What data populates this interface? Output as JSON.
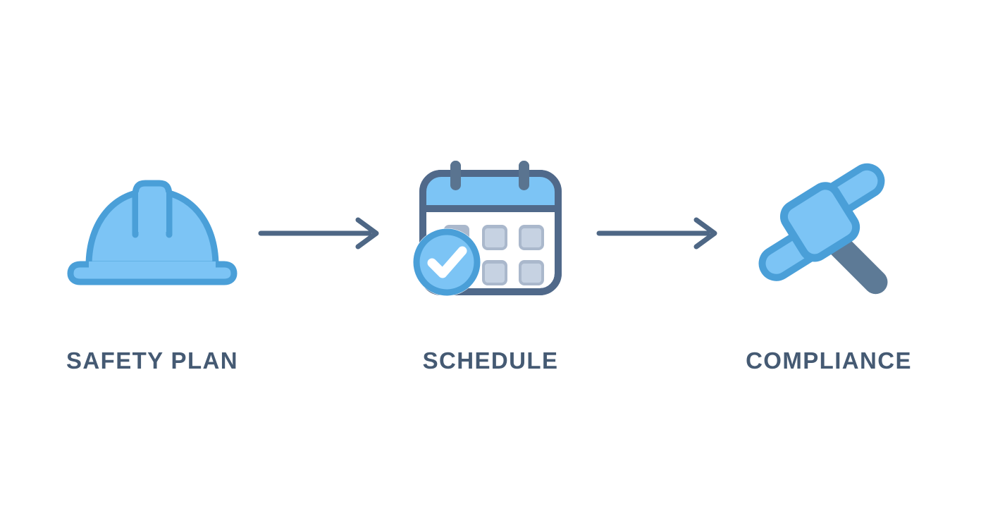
{
  "diagram": {
    "type": "linear-process-flow",
    "background_color": "#ffffff",
    "steps": [
      {
        "id": "safety-plan",
        "label": "SAFETY PLAN",
        "icon": "hard-hat-icon",
        "icon_description": "blue construction safety helmet with crest ridge and wide brim"
      },
      {
        "id": "schedule",
        "label": "SCHEDULE",
        "icon": "calendar-check-icon",
        "icon_description": "calendar with two top rings, blue header band, day cells and a blue circular checkmark badge"
      },
      {
        "id": "compliance",
        "label": "COMPLIANCE",
        "icon": "gavel-icon",
        "icon_description": "judge gavel with rotated square head, two capsule bars and a slate handle"
      }
    ],
    "connectors": [
      {
        "id": "arrow-1",
        "from": "safety-plan",
        "to": "schedule",
        "style": "line-with-chevron-arrowhead"
      },
      {
        "id": "arrow-2",
        "from": "schedule",
        "to": "compliance",
        "style": "line-with-chevron-arrowhead"
      }
    ],
    "colors": {
      "icon_fill_light": "#7cc4f5",
      "icon_fill_pale": "#9ed3f8",
      "icon_stroke_blue": "#4a9fd8",
      "icon_stroke_slate": "#50698a",
      "handle_slate": "#5d7a96",
      "cell_grey": "#aab8cc",
      "cell_inner": "#c6d2e2",
      "label_color": "#455a73",
      "arrow_color": "#4e6785",
      "white": "#ffffff"
    }
  }
}
